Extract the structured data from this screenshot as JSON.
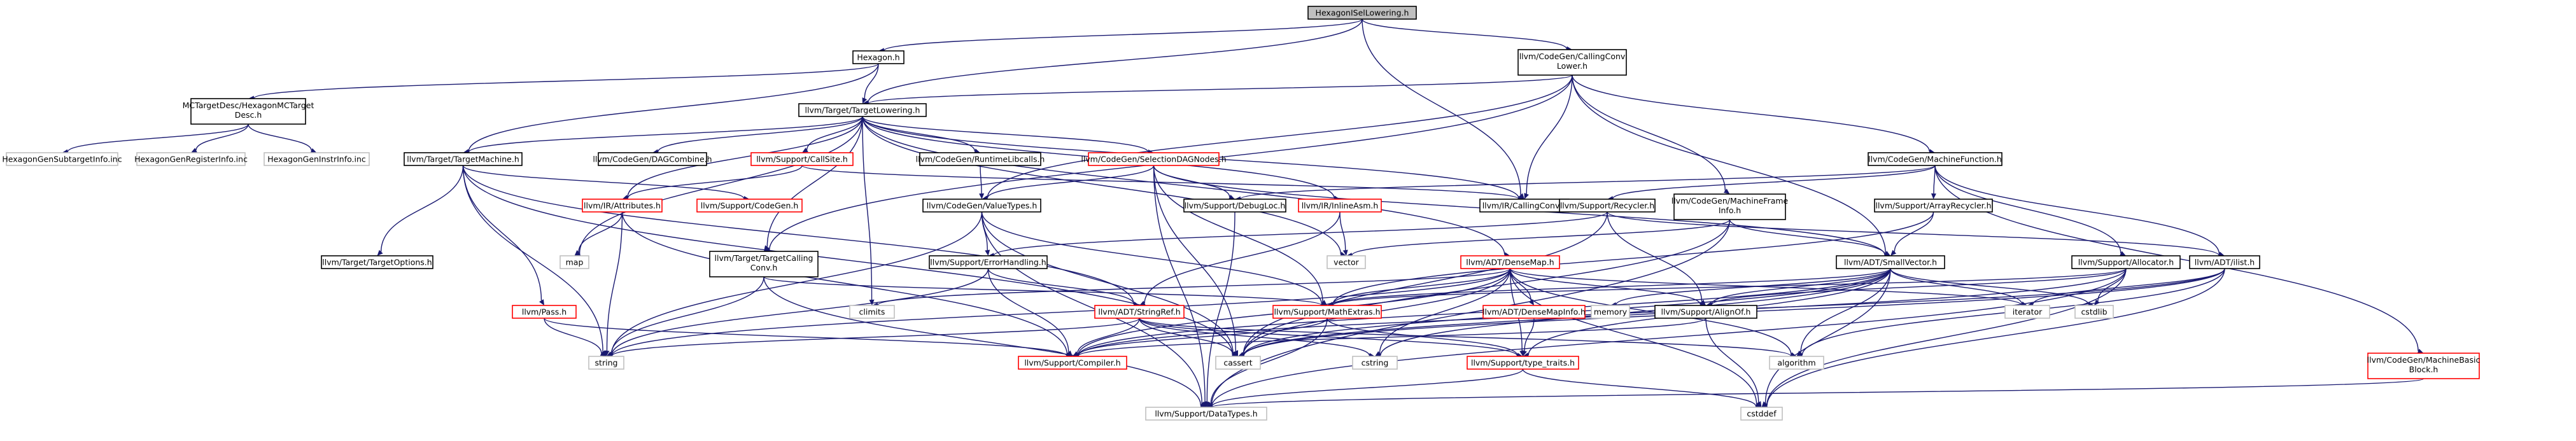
{
  "diagram": {
    "title": "",
    "nodes": {
      "root": {
        "label": "HexagonISelLowering.h",
        "style": "root"
      },
      "hexagon": {
        "label": "Hexagon.h",
        "style": "normal"
      },
      "callconv": {
        "label": "llvm/CodeGen/CallingConvLower.h",
        "style": "normal"
      },
      "tdesc": {
        "label": "MCTargetDesc/HexagonMCTargetDesc.h",
        "style": "normal"
      },
      "tlower": {
        "label": "llvm/Target/TargetLowering.h",
        "style": "normal"
      },
      "mfunc": {
        "label": "llvm/CodeGen/MachineFunction.h",
        "style": "normal"
      },
      "subtgt": {
        "label": "HexagonGenSubtargetInfo.inc",
        "style": "gray"
      },
      "reginfo": {
        "label": "HexagonGenRegisterInfo.inc",
        "style": "gray"
      },
      "instinfo": {
        "label": "HexagonGenInstrInfo.inc",
        "style": "gray"
      },
      "tmachine": {
        "label": "llvm/Target/TargetMachine.h",
        "style": "normal"
      },
      "attributes": {
        "label": "llvm/IR/Attributes.h",
        "style": "red"
      },
      "dagcombine": {
        "label": "llvm/CodeGen/DAGCombine.h",
        "style": "normal"
      },
      "callsite": {
        "label": "llvm/Support/CallSite.h",
        "style": "red"
      },
      "rtlibcalls": {
        "label": "llvm/CodeGen/RuntimeLibcalls.h",
        "style": "normal"
      },
      "seldag": {
        "label": "llvm/CodeGen/SelectionDAGNodes.h",
        "style": "red"
      },
      "inlineasm": {
        "label": "llvm/IR/InlineAsm.h",
        "style": "red"
      },
      "irccv": {
        "label": "llvm/IR/CallingConv.h",
        "style": "normal"
      },
      "supcodegen": {
        "label": "llvm/Support/CodeGen.h",
        "style": "red"
      },
      "valuetypes": {
        "label": "llvm/CodeGen/ValueTypes.h",
        "style": "normal"
      },
      "debugloc": {
        "label": "llvm/Support/DebugLoc.h",
        "style": "normal"
      },
      "recycler": {
        "label": "llvm/Support/Recycler.h",
        "style": "normal"
      },
      "mframeinfo": {
        "label": "llvm/CodeGen/MachineFrameInfo.h",
        "style": "normal"
      },
      "arrayrecycler": {
        "label": "llvm/Support/ArrayRecycler.h",
        "style": "normal"
      },
      "map": {
        "label": "map",
        "style": "gray"
      },
      "toptions": {
        "label": "llvm/Target/TargetOptions.h",
        "style": "normal"
      },
      "tccv": {
        "label": "llvm/Target/TargetCallingConv.h",
        "style": "normal"
      },
      "errhandling": {
        "label": "llvm/Support/ErrorHandling.h",
        "style": "normal"
      },
      "vector": {
        "label": "vector",
        "style": "gray"
      },
      "densemap": {
        "label": "llvm/ADT/DenseMap.h",
        "style": "red"
      },
      "smallvector": {
        "label": "llvm/ADT/SmallVector.h",
        "style": "normal"
      },
      "allocator": {
        "label": "llvm/Support/Allocator.h",
        "style": "normal"
      },
      "ilist": {
        "label": "llvm/ADT/ilist.h",
        "style": "normal"
      },
      "pass": {
        "label": "llvm/Pass.h",
        "style": "red"
      },
      "climits": {
        "label": "climits",
        "style": "gray"
      },
      "stringref": {
        "label": "llvm/ADT/StringRef.h",
        "style": "red"
      },
      "mathextras": {
        "label": "llvm/Support/MathExtras.h",
        "style": "red"
      },
      "densemapinfo": {
        "label": "llvm/ADT/DenseMapInfo.h",
        "style": "red"
      },
      "memory": {
        "label": "memory",
        "style": "gray"
      },
      "alignof": {
        "label": "llvm/Support/AlignOf.h",
        "style": "normal"
      },
      "iterator": {
        "label": "iterator",
        "style": "gray"
      },
      "cstdlib": {
        "label": "cstdlib",
        "style": "gray"
      },
      "mbb": {
        "label": "llvm/CodeGen/MachineBasicBlock.h",
        "style": "red"
      },
      "string": {
        "label": "string",
        "style": "gray"
      },
      "compiler": {
        "label": "llvm/Support/Compiler.h",
        "style": "red"
      },
      "cassert": {
        "label": "cassert",
        "style": "gray"
      },
      "cstring": {
        "label": "cstring",
        "style": "gray"
      },
      "typetraits": {
        "label": "llvm/Support/type_traits.h",
        "style": "red"
      },
      "algorithm": {
        "label": "algorithm",
        "style": "gray"
      },
      "datatypes": {
        "label": "llvm/Support/DataTypes.h",
        "style": "gray"
      },
      "cstddef": {
        "label": "cstddef",
        "style": "gray"
      }
    },
    "edges": [
      [
        "root",
        "hexagon"
      ],
      [
        "root",
        "tlower"
      ],
      [
        "root",
        "callconv"
      ],
      [
        "root",
        "irccv"
      ],
      [
        "hexagon",
        "tdesc"
      ],
      [
        "hexagon",
        "tlower"
      ],
      [
        "hexagon",
        "tmachine"
      ],
      [
        "tdesc",
        "subtgt"
      ],
      [
        "tdesc",
        "reginfo"
      ],
      [
        "tdesc",
        "instinfo"
      ],
      [
        "callconv",
        "tlower"
      ],
      [
        "callconv",
        "mfunc"
      ],
      [
        "callconv",
        "valuetypes"
      ],
      [
        "callconv",
        "irccv"
      ],
      [
        "callconv",
        "mframeinfo"
      ],
      [
        "callconv",
        "smallvector"
      ],
      [
        "callconv",
        "tccv"
      ],
      [
        "tlower",
        "tmachine"
      ],
      [
        "tlower",
        "attributes"
      ],
      [
        "tlower",
        "dagcombine"
      ],
      [
        "tlower",
        "callsite"
      ],
      [
        "tlower",
        "rtlibcalls"
      ],
      [
        "tlower",
        "seldag"
      ],
      [
        "tlower",
        "inlineasm"
      ],
      [
        "tlower",
        "irccv"
      ],
      [
        "tlower",
        "tccv"
      ],
      [
        "tlower",
        "densemap"
      ],
      [
        "tlower",
        "map"
      ],
      [
        "tlower",
        "vector"
      ],
      [
        "tlower",
        "climits"
      ],
      [
        "mfunc",
        "debugloc"
      ],
      [
        "mfunc",
        "recycler"
      ],
      [
        "mfunc",
        "arrayrecycler"
      ],
      [
        "mfunc",
        "allocator"
      ],
      [
        "mfunc",
        "ilist"
      ],
      [
        "mfunc",
        "mbb"
      ],
      [
        "tmachine",
        "toptions"
      ],
      [
        "tmachine",
        "pass"
      ],
      [
        "tmachine",
        "supcodegen"
      ],
      [
        "tmachine",
        "stringref"
      ],
      [
        "tmachine",
        "string"
      ],
      [
        "tmachine",
        "cassert"
      ],
      [
        "attributes",
        "map"
      ],
      [
        "attributes",
        "string"
      ],
      [
        "attributes",
        "compiler"
      ],
      [
        "callsite",
        "attributes"
      ],
      [
        "callsite",
        "irccv"
      ],
      [
        "rtlibcalls",
        "valuetypes"
      ],
      [
        "seldag",
        "valuetypes"
      ],
      [
        "seldag",
        "debugloc"
      ],
      [
        "seldag",
        "mathextras"
      ],
      [
        "seldag",
        "smallvector"
      ],
      [
        "seldag",
        "cassert"
      ],
      [
        "seldag",
        "datatypes"
      ],
      [
        "inlineasm",
        "vector"
      ],
      [
        "inlineasm",
        "stringref"
      ],
      [
        "valuetypes",
        "errhandling"
      ],
      [
        "valuetypes",
        "mathextras"
      ],
      [
        "valuetypes",
        "string"
      ],
      [
        "valuetypes",
        "cassert"
      ],
      [
        "valuetypes",
        "datatypes"
      ],
      [
        "debugloc",
        "datatypes"
      ],
      [
        "recycler",
        "alignof"
      ],
      [
        "recycler",
        "errhandling"
      ],
      [
        "recycler",
        "ilist"
      ],
      [
        "recycler",
        "cassert"
      ],
      [
        "mframeinfo",
        "smallvector"
      ],
      [
        "mframeinfo",
        "datatypes"
      ],
      [
        "mframeinfo",
        "cassert"
      ],
      [
        "mframeinfo",
        "vector"
      ],
      [
        "arrayrecycler",
        "smallvector"
      ],
      [
        "arrayrecycler",
        "mathextras"
      ],
      [
        "tccv",
        "mathextras"
      ],
      [
        "tccv",
        "datatypes"
      ],
      [
        "tccv",
        "string"
      ],
      [
        "errhandling",
        "stringref"
      ],
      [
        "errhandling",
        "compiler"
      ],
      [
        "errhandling",
        "string"
      ],
      [
        "densemap",
        "densemapinfo"
      ],
      [
        "densemap",
        "alignof"
      ],
      [
        "densemap",
        "compiler"
      ],
      [
        "densemap",
        "mathextras"
      ],
      [
        "densemap",
        "typetraits"
      ],
      [
        "densemap",
        "algorithm"
      ],
      [
        "densemap",
        "cassert"
      ],
      [
        "densemap",
        "climits"
      ],
      [
        "densemap",
        "cstddef"
      ],
      [
        "densemap",
        "cstring"
      ],
      [
        "densemap",
        "iterator"
      ],
      [
        "densemap",
        "string"
      ],
      [
        "smallvector",
        "alignof"
      ],
      [
        "smallvector",
        "compiler"
      ],
      [
        "smallvector",
        "mathextras"
      ],
      [
        "smallvector",
        "typetraits"
      ],
      [
        "smallvector",
        "algorithm"
      ],
      [
        "smallvector",
        "cassert"
      ],
      [
        "smallvector",
        "cstddef"
      ],
      [
        "smallvector",
        "cstdlib"
      ],
      [
        "smallvector",
        "cstring"
      ],
      [
        "smallvector",
        "iterator"
      ],
      [
        "smallvector",
        "memory"
      ],
      [
        "allocator",
        "alignof"
      ],
      [
        "allocator",
        "datatypes"
      ],
      [
        "allocator",
        "mathextras"
      ],
      [
        "allocator",
        "cassert"
      ],
      [
        "allocator",
        "cstddef"
      ],
      [
        "allocator",
        "cstdlib"
      ],
      [
        "ilist",
        "compiler"
      ],
      [
        "ilist",
        "algorithm"
      ],
      [
        "ilist",
        "cassert"
      ],
      [
        "ilist",
        "cstddef"
      ],
      [
        "ilist",
        "iterator"
      ],
      [
        "pass",
        "compiler"
      ],
      [
        "pass",
        "string"
      ],
      [
        "stringref",
        "compiler"
      ],
      [
        "stringref",
        "typetraits"
      ],
      [
        "stringref",
        "algorithm"
      ],
      [
        "stringref",
        "cassert"
      ],
      [
        "stringref",
        "cstring"
      ],
      [
        "stringref",
        "string"
      ],
      [
        "mathextras",
        "compiler"
      ],
      [
        "mathextras",
        "datatypes"
      ],
      [
        "mathextras",
        "typetraits"
      ],
      [
        "densemapinfo",
        "typetraits"
      ],
      [
        "alignof",
        "compiler"
      ],
      [
        "alignof",
        "cstddef"
      ],
      [
        "typetraits",
        "datatypes"
      ],
      [
        "typetraits",
        "cstddef"
      ],
      [
        "mbb",
        "datatypes"
      ]
    ]
  }
}
